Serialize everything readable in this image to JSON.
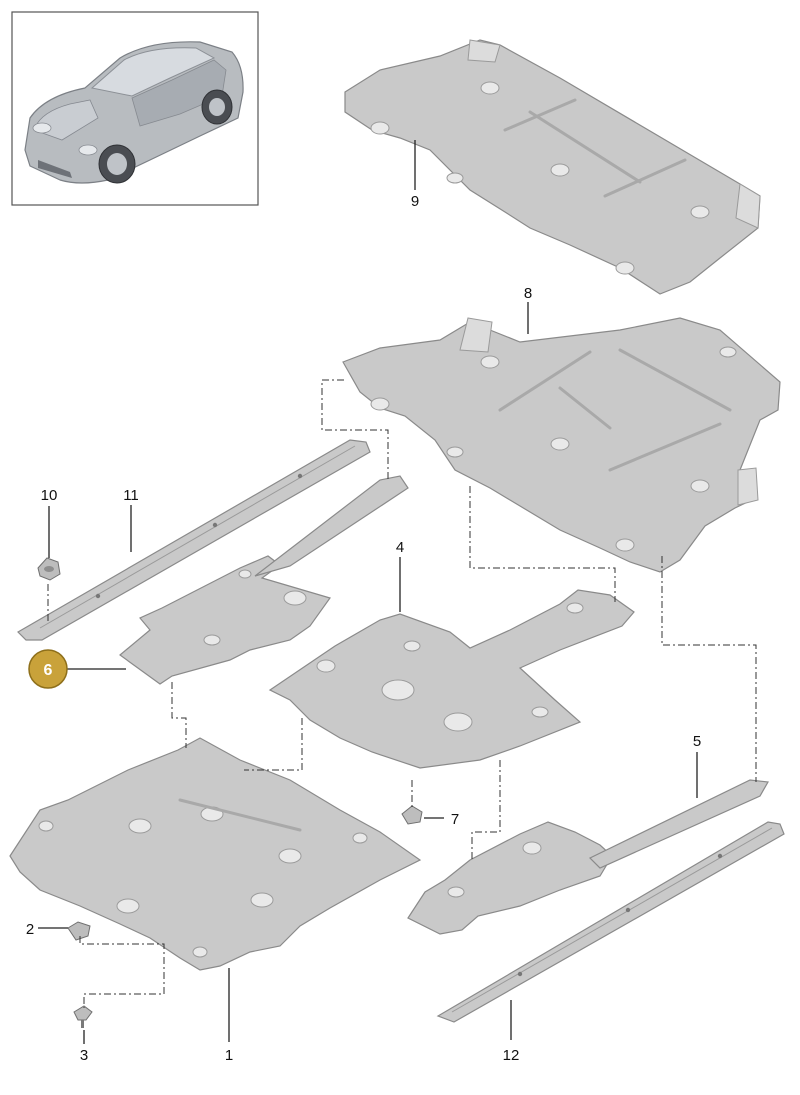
{
  "callouts": {
    "c1": "1",
    "c2": "2",
    "c3": "3",
    "c4": "4",
    "c5": "5",
    "c6": "6",
    "c7": "7",
    "c8": "8",
    "c9": "9",
    "c10": "10",
    "c11": "11",
    "c12": "12"
  },
  "highlighted_callout": "6",
  "colors": {
    "highlight": "#c9a23a",
    "part_fill": "#c9c9c9",
    "car_body": "#b8bcc0"
  }
}
